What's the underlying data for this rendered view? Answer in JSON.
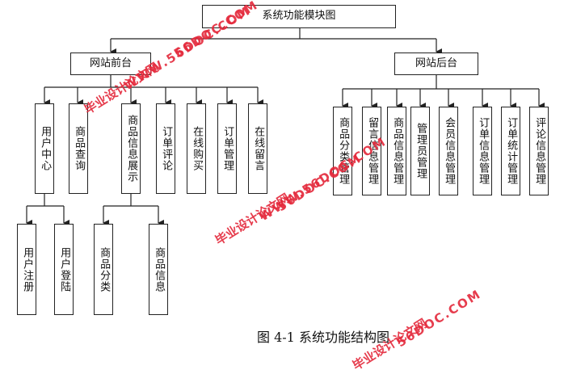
{
  "diagram": {
    "root": "系统功能模块图",
    "front": "网站前台",
    "back": "网站后台",
    "front_children": {
      "user_center": "用户中心",
      "product_query": "商品查询",
      "product_display": "商品信息展示",
      "order_review": "订单评论",
      "online_buy": "在线购买",
      "order_manage": "订单管理",
      "online_message": "在线留言"
    },
    "user_center_children": {
      "register": "用户注册",
      "login": "用户登陆"
    },
    "product_display_children": {
      "category": "商品分类",
      "info": "商品信息"
    },
    "back_children": {
      "category_manage": "商品分类管理",
      "message_manage": "留言信息管理",
      "product_info_manage": "商品信息管理",
      "admin_manage": "管理员管理",
      "member_manage": "会员信息管理",
      "order_info_manage": "订单信息管理",
      "order_stats_manage": "订单统计管理",
      "review_manage": "评论信息管理"
    }
  },
  "caption": "图 4-1 系统功能结构图",
  "watermark": {
    "text": "毕业设计论文网",
    "url": "WWW.56DOC.COM",
    "url_short": "56DOC.COM",
    "color": "#e4283a"
  }
}
